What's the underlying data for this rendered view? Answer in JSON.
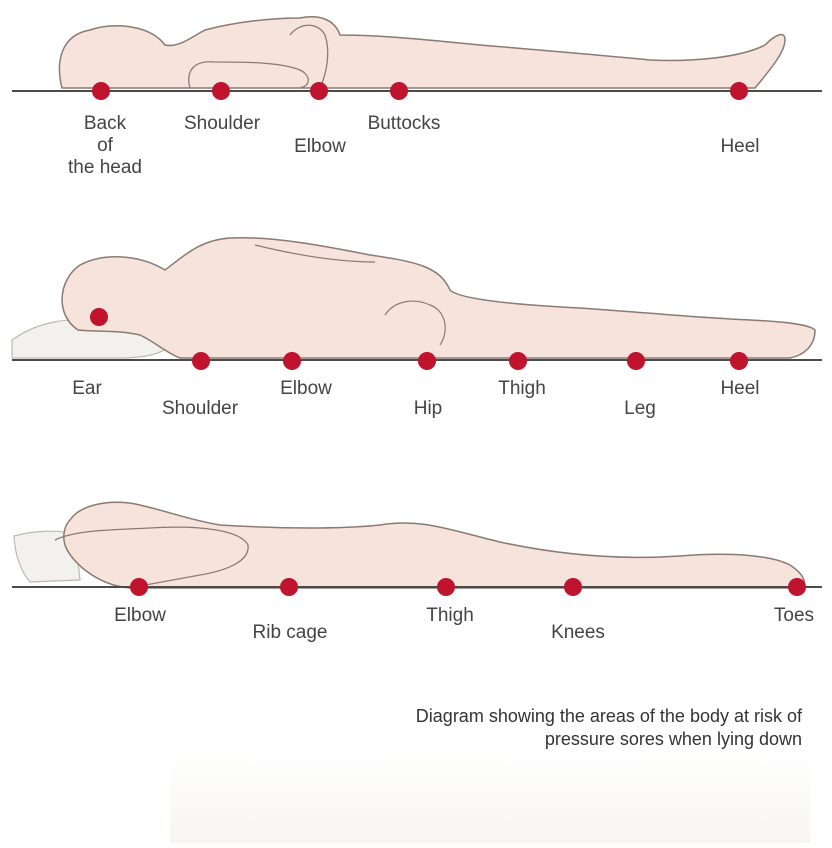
{
  "colors": {
    "skin": "#f6e4dc",
    "outline": "#8a7a72",
    "surface_line": "#4a4a4a",
    "marker": "#c0142e",
    "label": "#444444",
    "pillow": "#f2f1ee"
  },
  "positions": [
    {
      "name": "lying-on-back",
      "labels": [
        "Back of the head",
        "Shoulder",
        "Elbow",
        "Buttocks",
        "Heel"
      ],
      "back_of_head_lines": [
        "Back",
        "of",
        "the head"
      ]
    },
    {
      "name": "lying-on-side",
      "labels": [
        "Ear",
        "Shoulder",
        "Elbow",
        "Hip",
        "Thigh",
        "Leg",
        "Heel"
      ]
    },
    {
      "name": "lying-on-front",
      "labels": [
        "Elbow",
        "Rib cage",
        "Thigh",
        "Knees",
        "Toes"
      ]
    }
  ],
  "caption": {
    "line1": "Diagram showing the areas of the body at risk of",
    "line2": "pressure sores when lying down"
  }
}
